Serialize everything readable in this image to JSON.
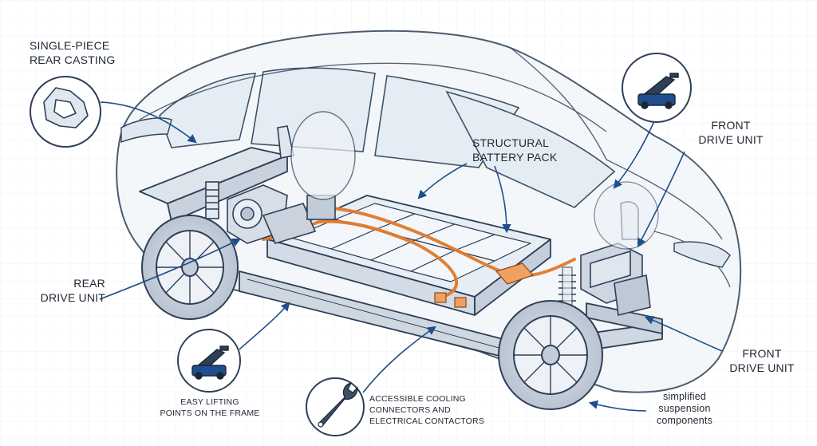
{
  "labels": {
    "rear_casting": [
      "SINGLE-PIECE",
      "REAR CASTING"
    ],
    "battery": [
      "STRUCTURAL",
      "BATTERY PACK"
    ],
    "front_drive_top": [
      "FRONT",
      "DRIVE UNIT"
    ],
    "rear_drive": [
      "REAR",
      "DRIVE UNIT"
    ],
    "front_drive_bottom": [
      "FRONT",
      "DRIVE UNIT"
    ],
    "lifting": [
      "EASY LIFTING",
      "POINTS ON THE FRAME"
    ],
    "cooling": [
      "ACCESSIBLE COOLING",
      "CONNECTORS AND",
      "ELECTRICAL CONTACTORS"
    ],
    "suspension": [
      "simplified",
      "suspension",
      "components"
    ]
  },
  "icons": {
    "rear_casting_callout": "casting-bracket-icon",
    "front_drive_callout": "floor-jack-icon",
    "lifting_callout": "floor-jack-icon",
    "cooling_callout": "wrench-icon"
  },
  "colors": {
    "outline": "#2f3f57",
    "accent_blue": "#1f4e8c",
    "orange": "#e07a2c",
    "body_fill": "#eef3f8",
    "grid": "#e6ebf1"
  }
}
